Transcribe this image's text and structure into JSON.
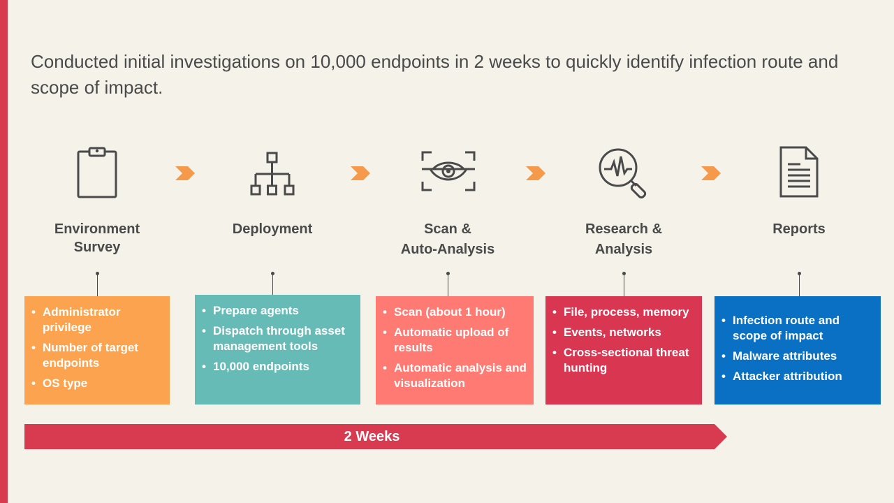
{
  "headline": "Conducted initial investigations on 10,000 endpoints in 2 weeks to quickly identify infection route and scope of impact.",
  "colors": {
    "accent": "#d83a50",
    "chevron": "#f59a4a",
    "icon": "#4a4a4a",
    "survey": "#fba34e",
    "deployment": "#66bbb7",
    "scan": "#ff7a72",
    "research": "#d93652",
    "reports": "#0a70c3"
  },
  "steps": [
    {
      "icon": "clipboard-icon",
      "title": [
        "Environment",
        "Survey"
      ],
      "items": [
        "Administrator privilege",
        "Number of target endpoints",
        "OS type"
      ]
    },
    {
      "icon": "hierarchy-icon",
      "title": [
        "Deployment"
      ],
      "items": [
        "Prepare agents",
        "Dispatch through asset management tools",
        "10,000 endpoints"
      ]
    },
    {
      "icon": "eye-scan-icon",
      "title": [
        "Scan &",
        "Auto-Analysis"
      ],
      "items": [
        "Scan (about 1 hour)",
        "Automatic upload of results",
        "Automatic analysis and visualization"
      ]
    },
    {
      "icon": "magnifier-pulse-icon",
      "title": [
        "Research &",
        "Analysis"
      ],
      "items": [
        "File, process, memory",
        "Events, networks",
        "Cross-sectional threat hunting"
      ]
    },
    {
      "icon": "document-icon",
      "title": [
        "Reports"
      ],
      "items": [
        "Infection route and scope of impact",
        "Malware attributes",
        "Attacker attribution"
      ]
    }
  ],
  "timeline": {
    "label": "2 Weeks"
  }
}
